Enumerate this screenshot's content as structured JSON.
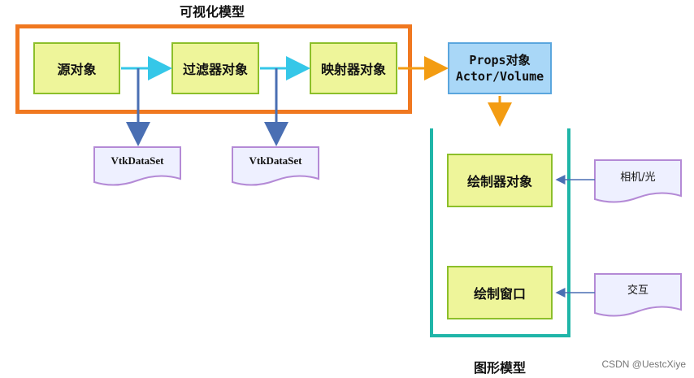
{
  "vis_model_title": "可视化模型",
  "graphics_model_title": "图形模型",
  "nodes": {
    "source": "源对象",
    "filter": "过滤器对象",
    "mapper": "映射器对象",
    "renderer": "绘制器对象",
    "render_window": "绘制窗口"
  },
  "props": {
    "line1": "Props对象",
    "line2": "Actor/Volume"
  },
  "docs": {
    "dataset1": "VtkDataSet",
    "dataset2": "VtkDataSet",
    "camera_light": "相机/光",
    "interaction": "交互"
  },
  "watermark": "CSDN @UestcXiye",
  "colors": {
    "vis_frame": "#f07820",
    "node_fill": "#eef59a",
    "node_border": "#8cbf2a",
    "props_fill": "#a9d7f7",
    "graphics_frame": "#1fb5a8",
    "doc_border": "#b48ad6",
    "cyan_arrow": "#35c7e8",
    "blue_arrow": "#4a6fb3",
    "orange_arrow": "#f39c12"
  }
}
